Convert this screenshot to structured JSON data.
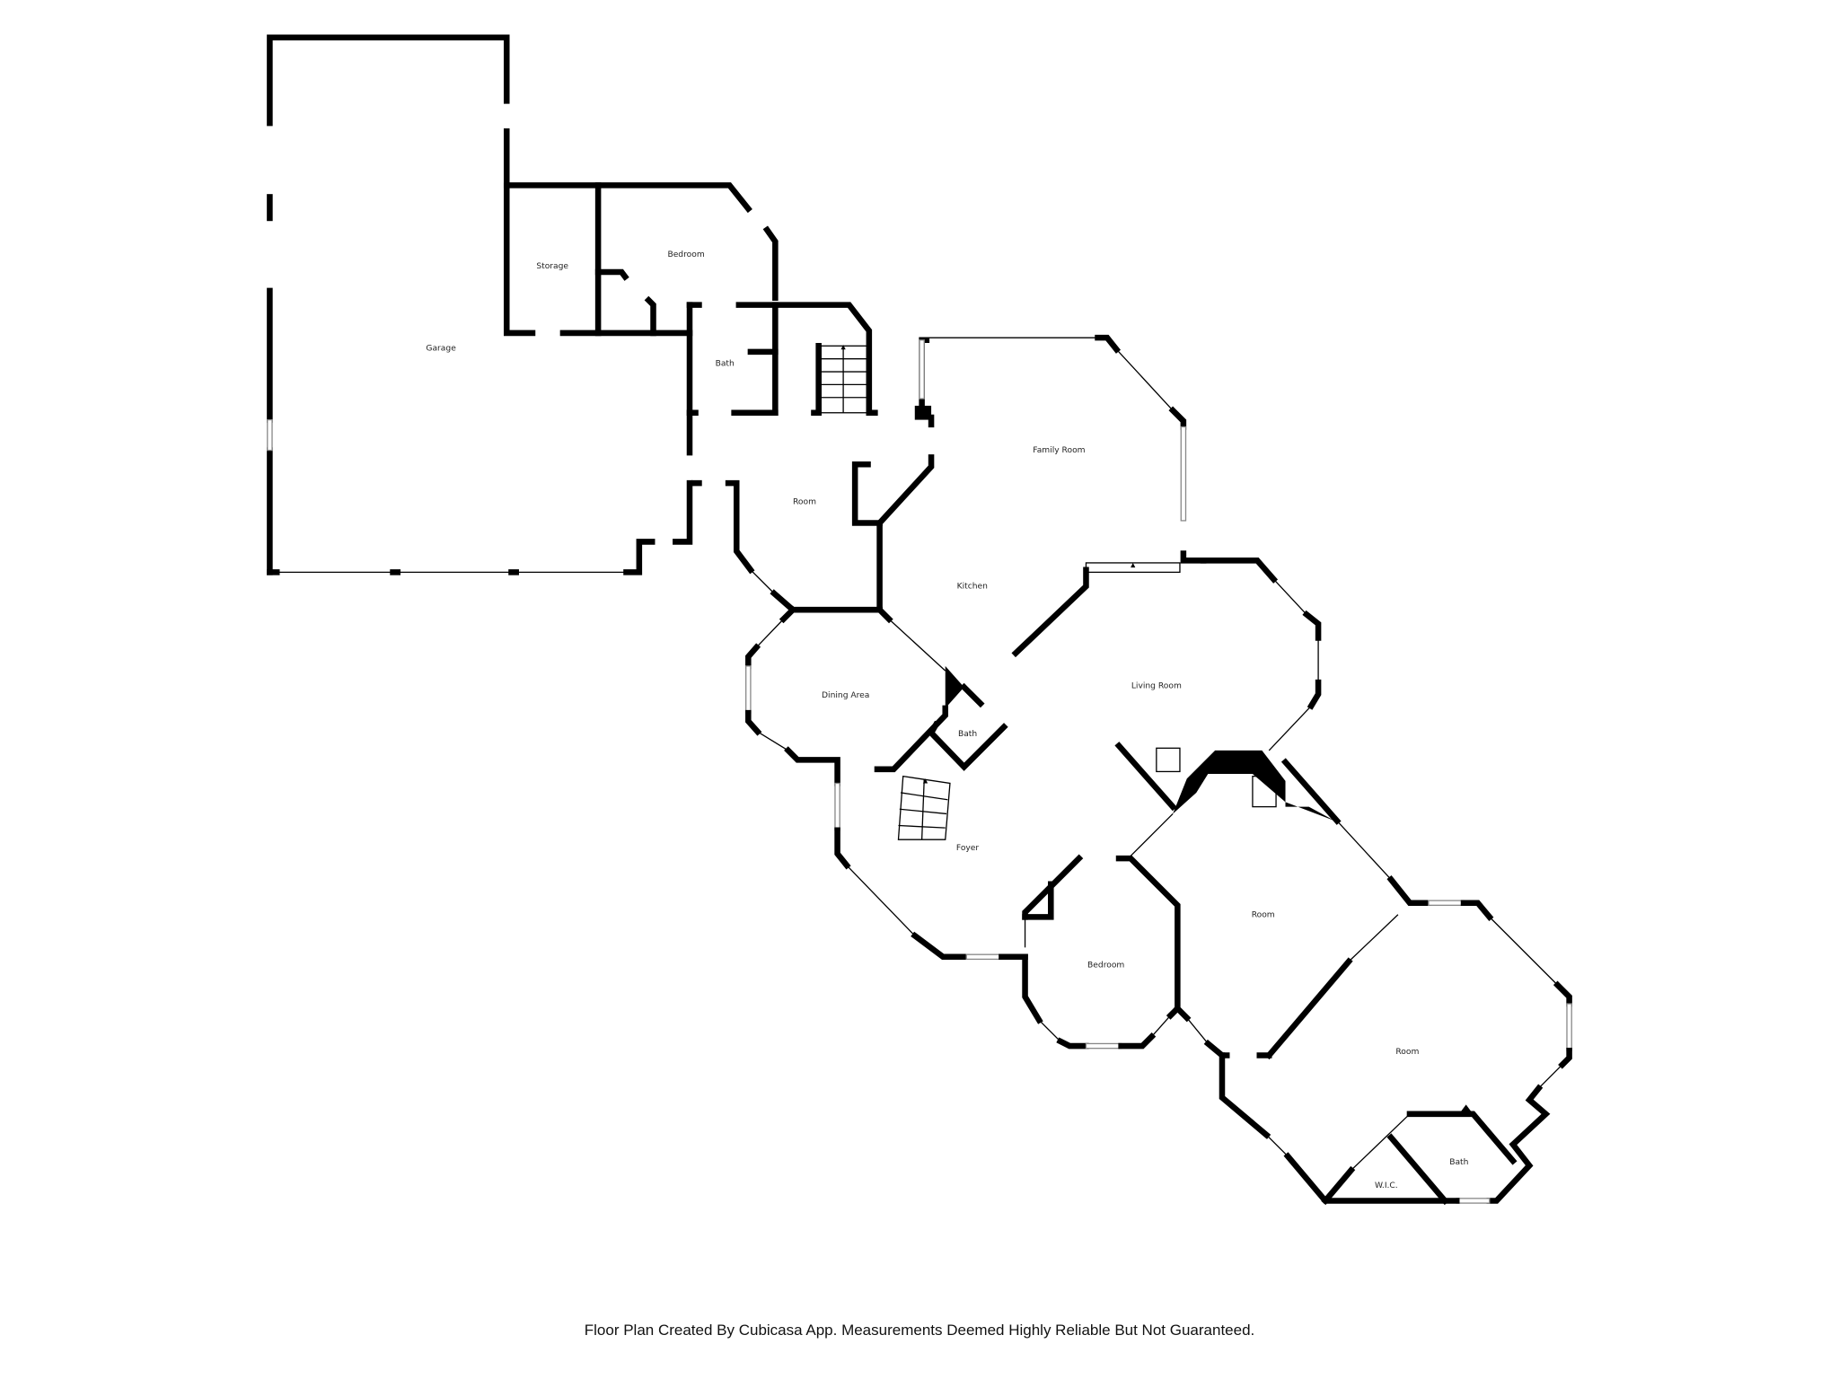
{
  "floor_plan": {
    "rooms": [
      {
        "id": "garage",
        "label": "Garage"
      },
      {
        "id": "storage",
        "label": "Storage"
      },
      {
        "id": "bedroom_upper",
        "label": "Bedroom"
      },
      {
        "id": "bath_upper",
        "label": "Bath"
      },
      {
        "id": "room_center",
        "label": "Room"
      },
      {
        "id": "family_room",
        "label": "Family Room"
      },
      {
        "id": "kitchen",
        "label": "Kitchen"
      },
      {
        "id": "dining_area",
        "label": "Dining Area"
      },
      {
        "id": "bath_mid",
        "label": "Bath"
      },
      {
        "id": "living_room",
        "label": "Living Room"
      },
      {
        "id": "foyer",
        "label": "Foyer"
      },
      {
        "id": "bedroom_lower",
        "label": "Bedroom"
      },
      {
        "id": "room_lower",
        "label": "Room"
      },
      {
        "id": "room_east",
        "label": "Room"
      },
      {
        "id": "bath_east",
        "label": "Bath"
      },
      {
        "id": "wic",
        "label": "W.I.C."
      }
    ]
  },
  "footer": {
    "text": "Floor Plan Created By Cubicasa App. Measurements Deemed Highly Reliable But Not Guaranteed."
  }
}
